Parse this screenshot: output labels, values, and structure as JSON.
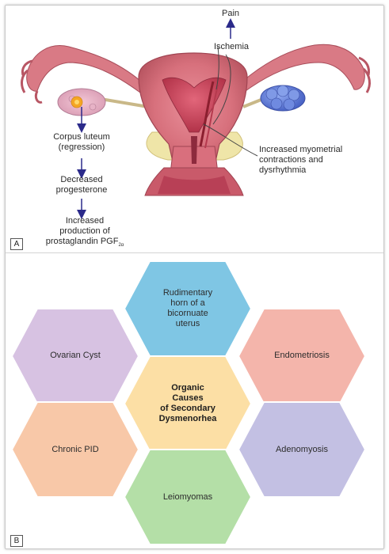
{
  "panel_a": {
    "label": "A",
    "pain": "Pain",
    "ischemia": "Ischemia",
    "corpus_luteum": [
      "Corpus luteum",
      "(regression)"
    ],
    "decreased_progesterone": [
      "Decreased",
      "progesterone"
    ],
    "increased_production": [
      "Increased",
      "production of",
      "prostaglandin PGF"
    ],
    "pgf_subscript": "2α",
    "myometrial": [
      "Increased myometrial",
      "contractions and",
      "dysrhythmia"
    ]
  },
  "panel_b": {
    "label": "B",
    "hexagons": {
      "top": {
        "lines": [
          "Rudimentary",
          "horn of a",
          "bicornuate",
          "uterus"
        ],
        "color": "#7fc6e4"
      },
      "upper_left": {
        "lines": [
          "Ovarian Cyst"
        ],
        "color": "#d7c2e2"
      },
      "upper_right": {
        "lines": [
          "Endometriosis"
        ],
        "color": "#f4b5ab"
      },
      "center": {
        "lines": [
          "Organic",
          "Causes",
          "of Secondary",
          "Dysmenorhea"
        ],
        "color": "#fcdfa5"
      },
      "lower_left": {
        "lines": [
          "Chronic PID"
        ],
        "color": "#f8c8a8"
      },
      "lower_right": {
        "lines": [
          "Adenomyosis"
        ],
        "color": "#c3c0e3"
      },
      "bottom": {
        "lines": [
          "Leiomyomas"
        ],
        "color": "#b4dfa7"
      }
    }
  },
  "colors": {
    "arrow": "#2b2a8a",
    "line": "#444444"
  }
}
